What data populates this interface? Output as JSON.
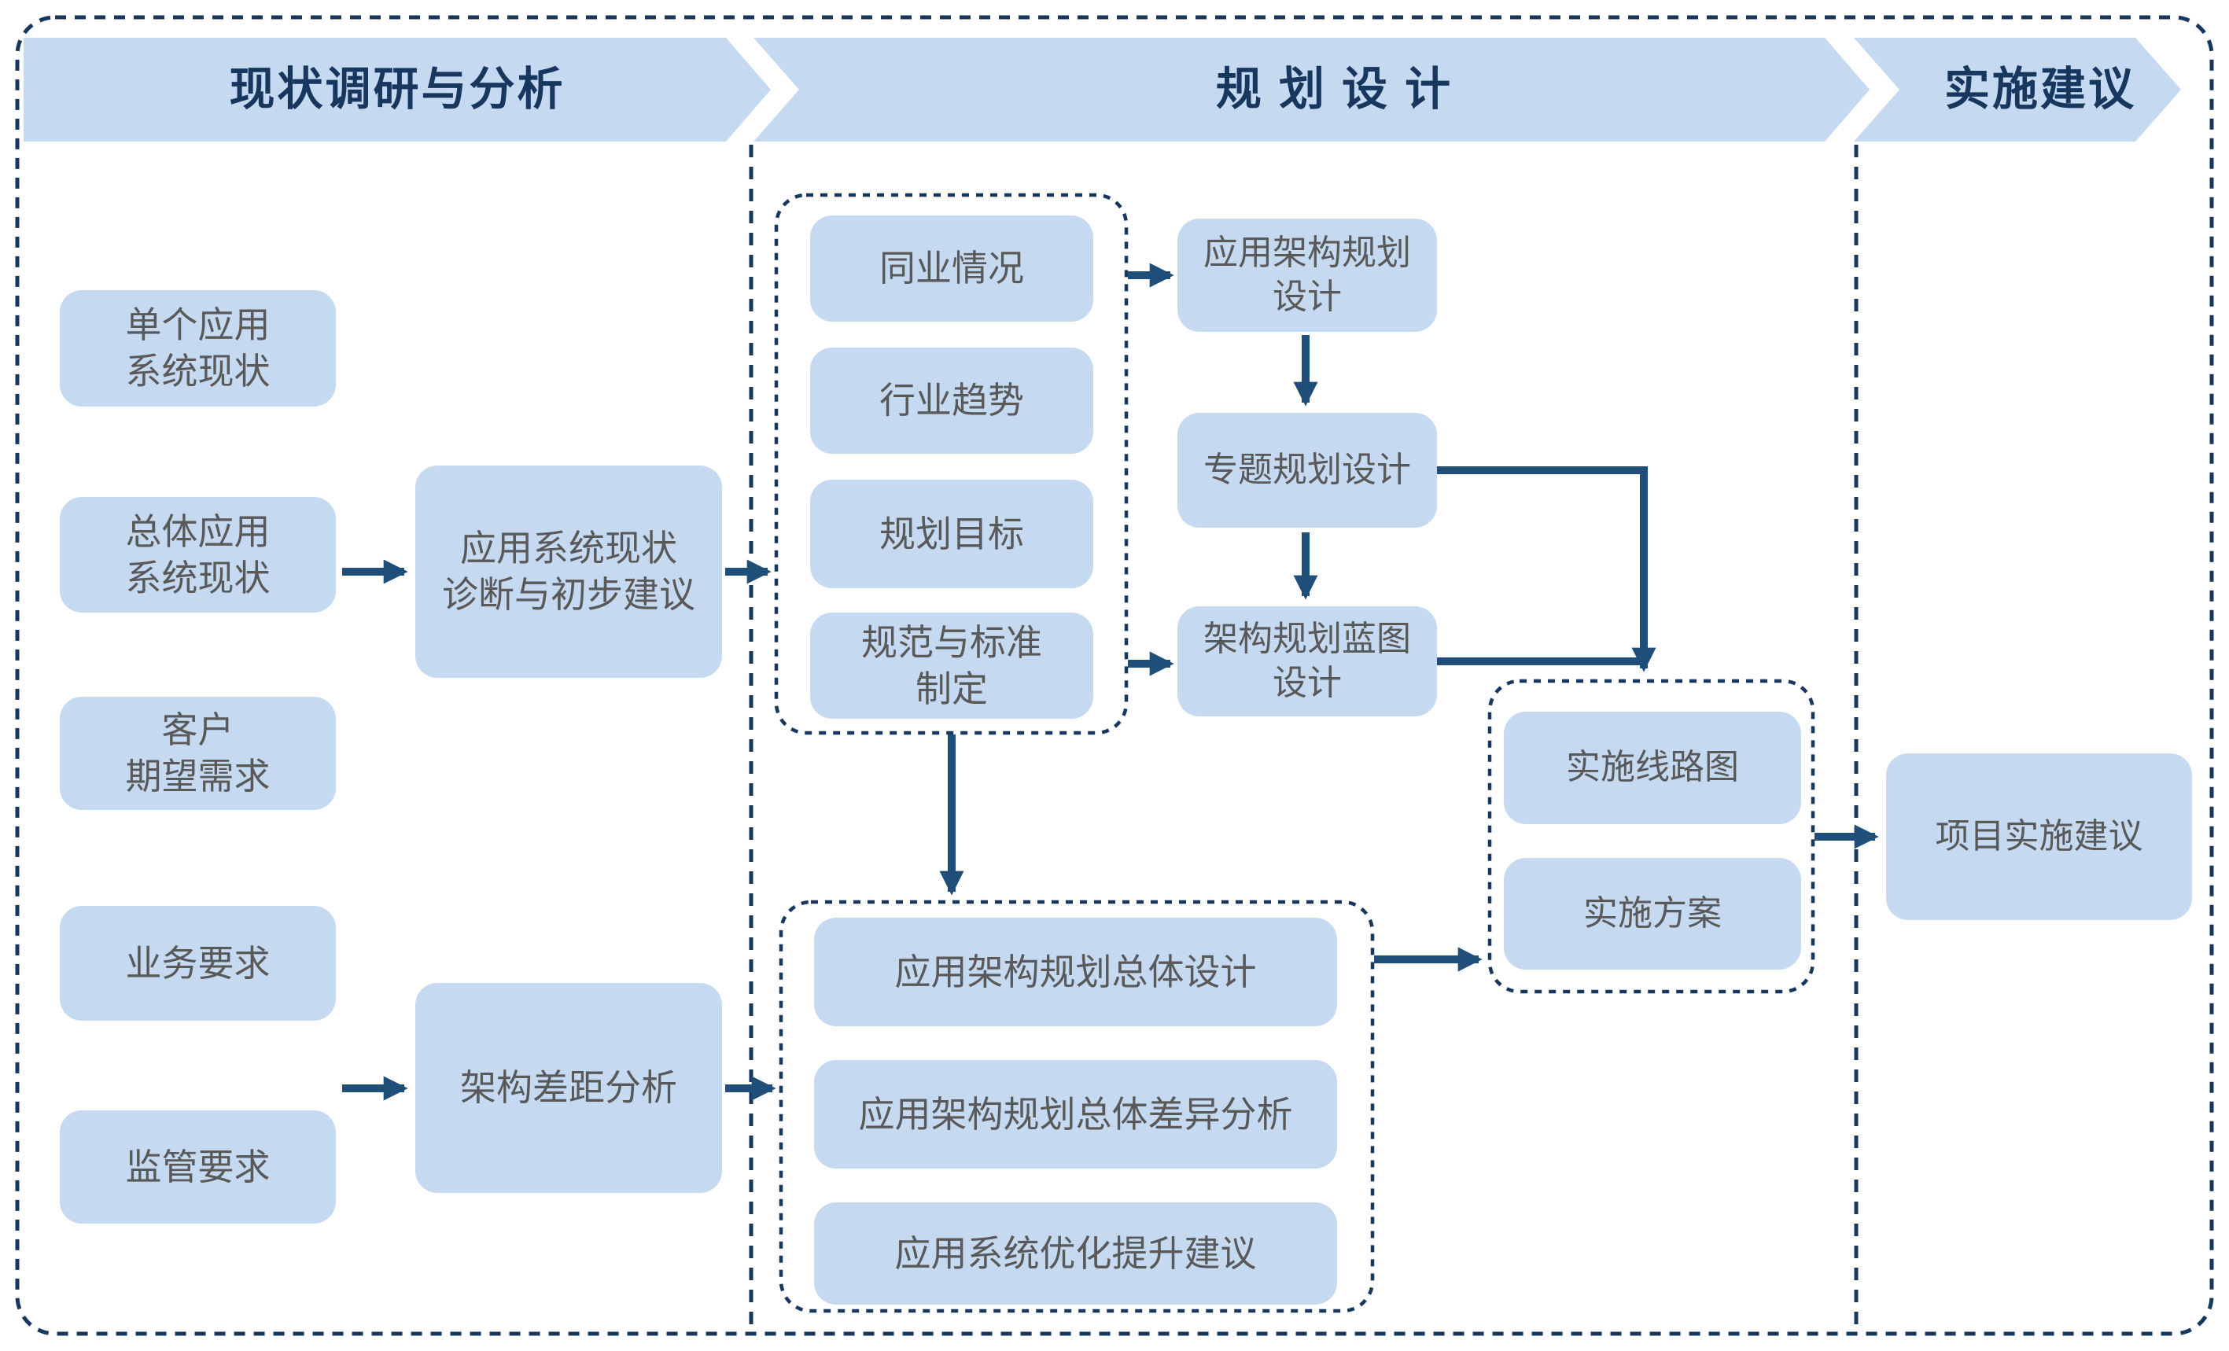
{
  "header": {
    "phase1": "现状调研与分析",
    "phase2": "规 划 设 计",
    "phase3": "实施建议"
  },
  "survey": {
    "single_system": "单个应用\n系统现状",
    "overall_system": "总体应用\n系统现状",
    "customer_needs": "客户\n期望需求",
    "business_req": "业务要求",
    "regulatory_req": "监管要求",
    "diagnosis": "应用系统现状\n诊断与初步建议",
    "gap_analysis": "架构差距分析"
  },
  "planning": {
    "research": {
      "peer": "同业情况",
      "trend": "行业趋势",
      "goal": "规划目标",
      "standard": "规范与标准\n制定"
    },
    "app_arch_design": "应用架构规划\n设计",
    "special_design": "专题规划设计",
    "blueprint_design": "架构规划蓝图\n设计",
    "overall": {
      "design": "应用架构规划总体设计",
      "diff": "应用架构规划总体差异分析",
      "optimize": "应用系统优化提升建议"
    },
    "implementation": {
      "roadmap": "实施线路图",
      "plan": "实施方案"
    }
  },
  "suggestion": {
    "project": "项目实施建议"
  },
  "colors": {
    "box_fill": "#C5D9F1",
    "header_text": "#17375E",
    "box_text": "#595959",
    "arrow": "#1F4E79",
    "dotted_line": "#17375E",
    "background": "#FFFFFF"
  }
}
